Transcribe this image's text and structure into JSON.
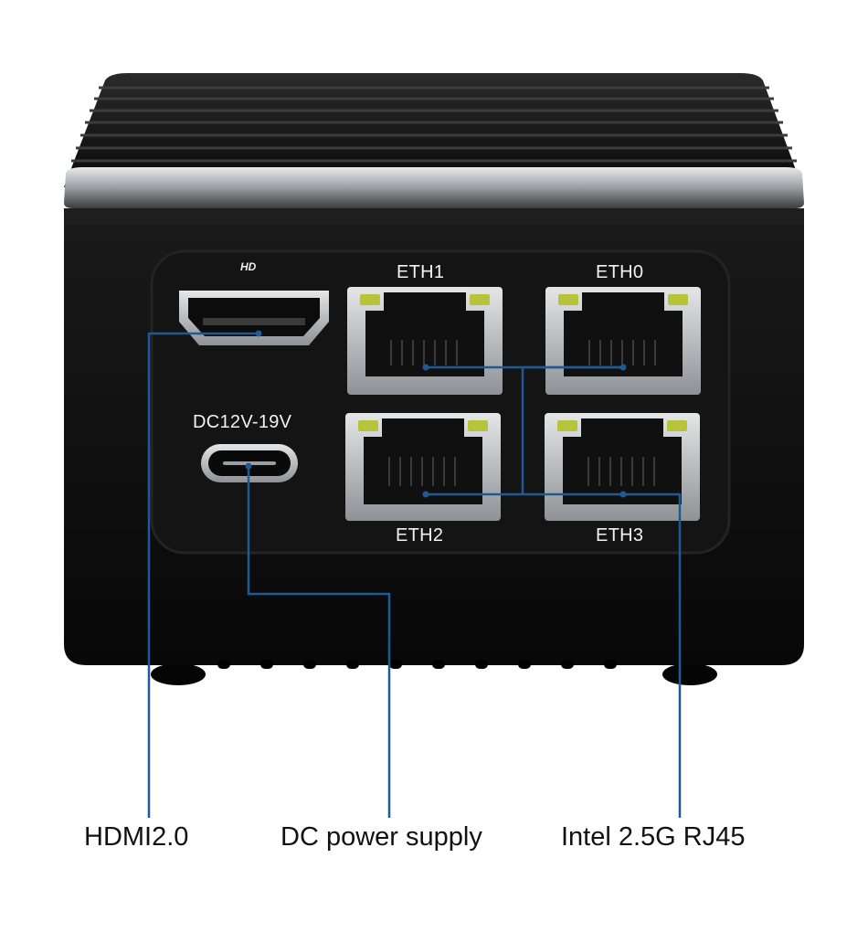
{
  "ports": {
    "hd_logo": "HD",
    "eth1": "ETH1",
    "eth0": "ETH0",
    "eth2": "ETH2",
    "eth3": "ETH3",
    "dc": "DC12V-19V"
  },
  "captions": {
    "hdmi": "HDMI2.0",
    "dc": "DC power supply",
    "rj45": "Intel 2.5G RJ45"
  },
  "colors": {
    "device_body": "#0d0d0d",
    "panel": "#151515",
    "callout_line": "#1f5a94",
    "metal": "#b8bcc0",
    "led": "#b7c43a"
  },
  "icons": {
    "hdmi_port": "hdmi-port-icon",
    "usb_c_port": "usb-c-port-icon",
    "rj45_port": "rj45-port-icon"
  }
}
